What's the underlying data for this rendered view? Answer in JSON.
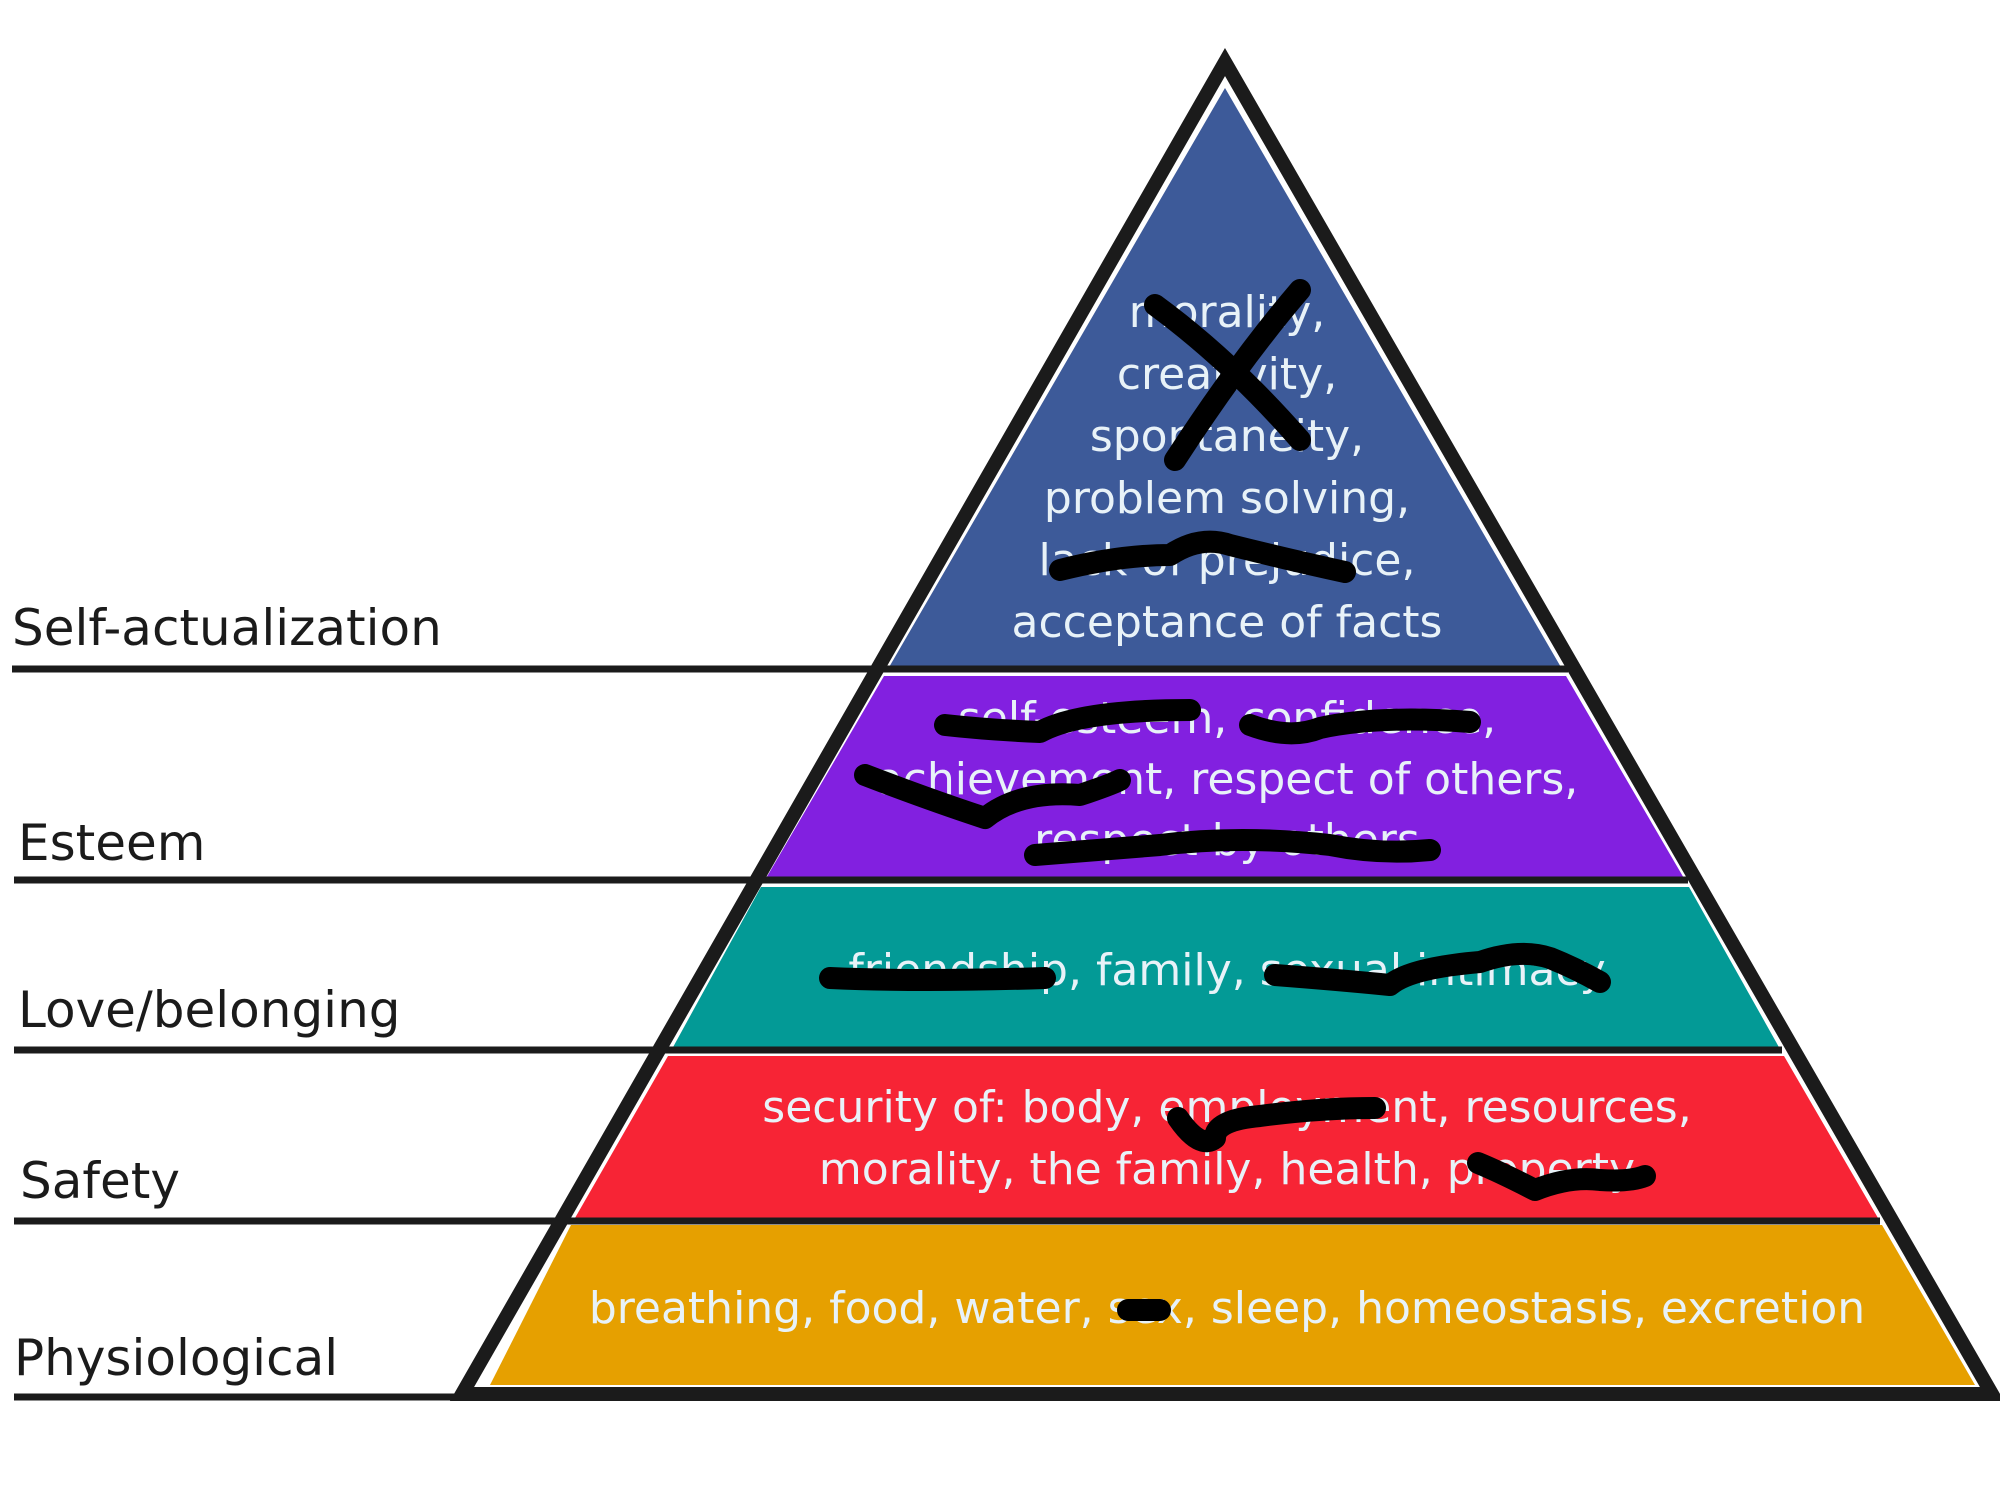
{
  "diagram": {
    "type": "pyramid",
    "subject": "Hierarchy of needs",
    "levels": [
      {
        "name": "Self-actualization",
        "color": "#3d5a99",
        "lines": [
          "morality,",
          "creativity,",
          "spontaneity,",
          "problem solving,",
          "lack of prejudice,",
          "acceptance of facts"
        ],
        "redacted": [
          "morality",
          "creativity",
          "spontaneity",
          "lack of prejudice"
        ]
      },
      {
        "name": "Esteem",
        "color": "#8220e0",
        "lines": [
          "self-esteem, confidence,",
          "achievement, respect of others,",
          "respect by others"
        ],
        "redacted": [
          "self-esteem",
          "confidence",
          "achievement",
          "respect by others"
        ]
      },
      {
        "name": "Love/belonging",
        "color": "#039a96",
        "lines": [
          "friendship, family, sexual intimacy"
        ],
        "redacted": [
          "friendship",
          "sexual intimacy"
        ]
      },
      {
        "name": "Safety",
        "color": "#f72435",
        "lines": [
          "security of: body, employment, resources,",
          "morality, the family, health, property"
        ],
        "redacted": [
          "employment",
          "property"
        ]
      },
      {
        "name": "Physiological",
        "color": "#e6a000",
        "lines": [
          "breathing, food, water, sex, sleep, homeostasis, excretion"
        ],
        "redacted": [
          "sex"
        ]
      }
    ],
    "outline_color": "#1b1b1b",
    "text_color": "#e8f2f8",
    "annotation_color": "#000000"
  }
}
